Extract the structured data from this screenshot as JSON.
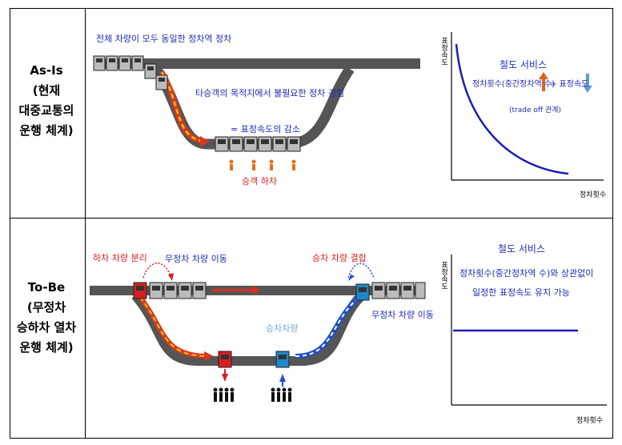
{
  "rows": {
    "asis": {
      "label_lines": [
        "As-Is",
        "(현재",
        "대중교통의",
        "운행 체계)"
      ],
      "caption_top": "전체 차량이 모두 동일한 정차역 정차",
      "caption_mid": "타승객의 목적지에서 불필요한 정차 경험",
      "caption_speed": "= 표정속도의 감소",
      "caption_station": "승객 하차",
      "chart": {
        "ylabel": "표정속도",
        "xlabel": "정차횟수",
        "box_title": "철도 서비스",
        "box_line1": "정차횟수(중간정차역 수)",
        "box_eq": "= 표정속도",
        "box_note": "(trade off 관계)"
      }
    },
    "tobe": {
      "label_lines": [
        "To-Be",
        "(무정차",
        "승하차 열차",
        "운행 체계)"
      ],
      "caption_detach": "하차 차량 분리",
      "caption_move1": "무정차 차량 이동",
      "caption_attach": "승차 차량 결합",
      "caption_move2": "무정차 차량 이동",
      "caption_boarding": "승차차량",
      "chart": {
        "ylabel": "표정속도",
        "xlabel": "정차횟수",
        "box_title": "철도 서비스",
        "box_line1": "정차횟수(중간정차역 수)와 상관없이",
        "box_line2": "일정한 표정속도 유지 가능"
      }
    }
  },
  "colors": {
    "track": "#555555",
    "text_blue": "#1f2bb3",
    "text_red": "#d81e1e",
    "detach_car": "#d81e1e",
    "attach_car": "#1e88c8",
    "curve_blue": "#1c1cb4",
    "arrow_up": "#e06020",
    "arrow_down": "#5b9bd5"
  }
}
